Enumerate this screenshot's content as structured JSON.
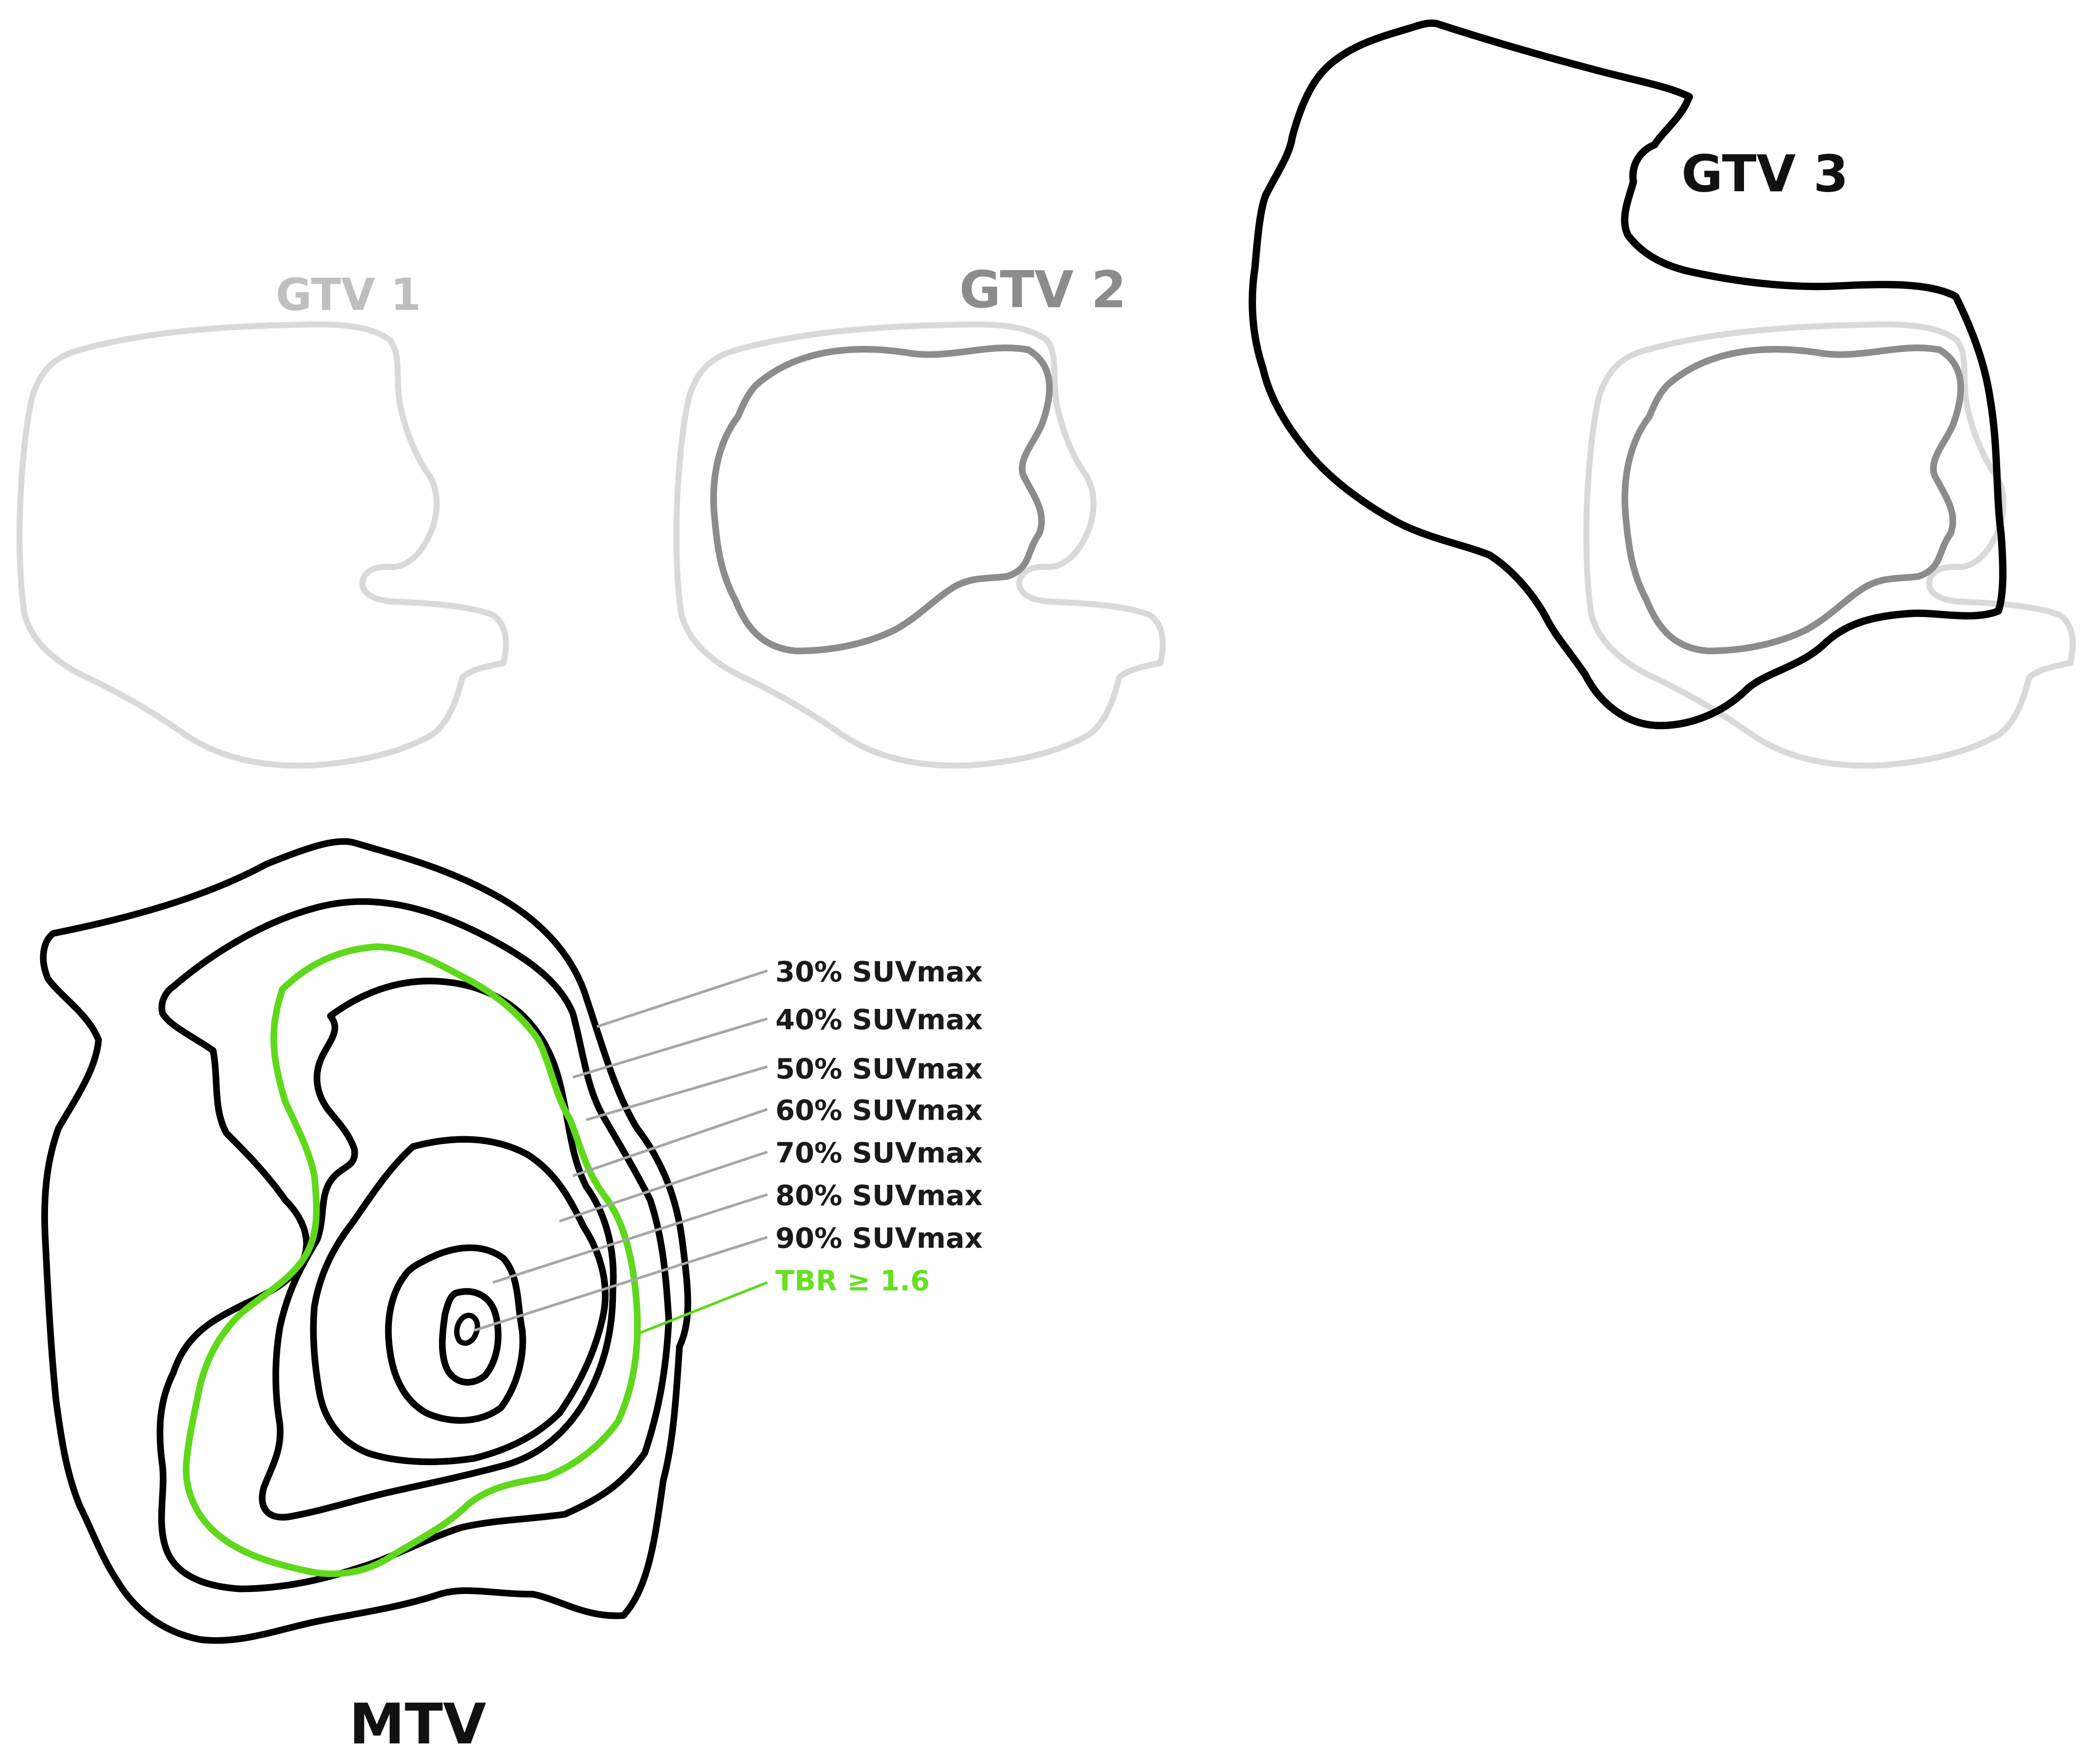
{
  "labels": {
    "gtv1": "GTV 1",
    "gtv2": "GTV 2",
    "gtv3": "GTV 3",
    "mtv": "MTV"
  },
  "legend": [
    {
      "text": "30% SUVmax",
      "color": "#1a1a1a"
    },
    {
      "text": "40% SUVmax",
      "color": "#1a1a1a"
    },
    {
      "text": "50% SUVmax",
      "color": "#1a1a1a"
    },
    {
      "text": "60% SUVmax",
      "color": "#1a1a1a"
    },
    {
      "text": "70% SUVmax",
      "color": "#1a1a1a"
    },
    {
      "text": "80% SUVmax",
      "color": "#1a1a1a"
    },
    {
      "text": "90% SUVmax",
      "color": "#1a1a1a"
    },
    {
      "text": "TBR ≥ 1.6",
      "color": "#66e020"
    }
  ],
  "colors": {
    "gtv1_contour": "#d9d9d9",
    "gtv1_label": "#bfbfbf",
    "gtv2_contour": "#8c8c8c",
    "gtv2_label": "#8c8c8c",
    "gtv3_contour": "#000000",
    "mtv_contour": "#000000",
    "tbr_contour": "#5fd81c",
    "leader_line": "#a6a6a6"
  }
}
